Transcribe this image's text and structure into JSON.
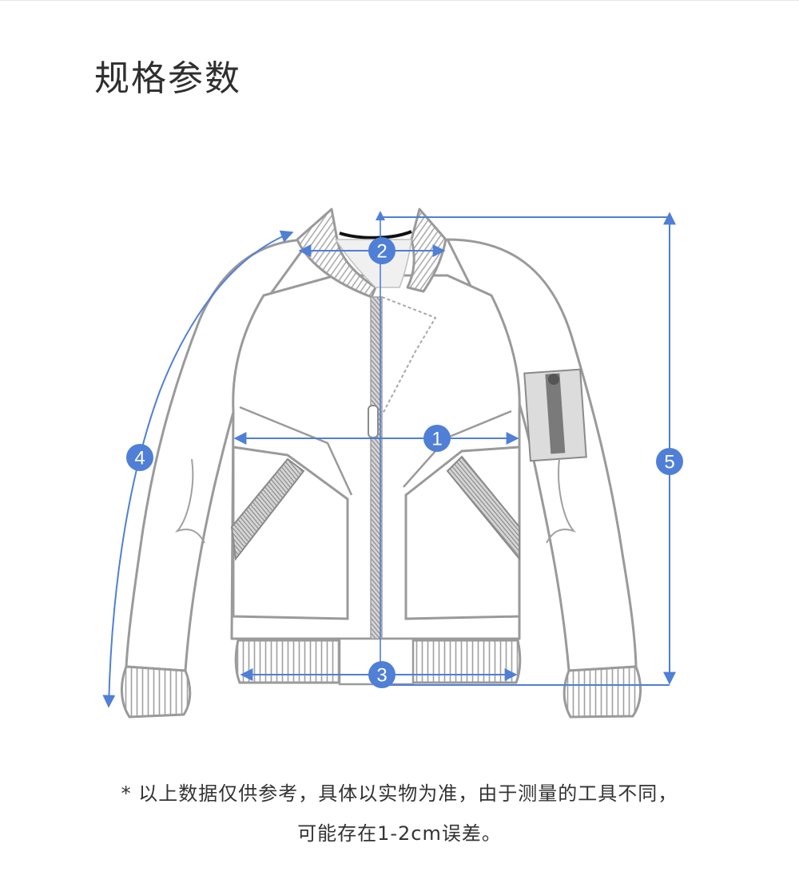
{
  "header": {
    "title": "规格参数"
  },
  "diagram": {
    "accent_color": "#4f7fd6",
    "outline_color": "#9a9a9a",
    "markers": [
      {
        "id": "chest-width",
        "label": "1"
      },
      {
        "id": "collar-width",
        "label": "2"
      },
      {
        "id": "hem-width",
        "label": "3"
      },
      {
        "id": "sleeve-length",
        "label": "4"
      },
      {
        "id": "body-length",
        "label": "5"
      }
    ]
  },
  "footnote": {
    "line1": "*  以上数据仅供参考，具体以实物为准，由于测量的工具不同，",
    "line2": "可能存在1-2cm误差。"
  }
}
